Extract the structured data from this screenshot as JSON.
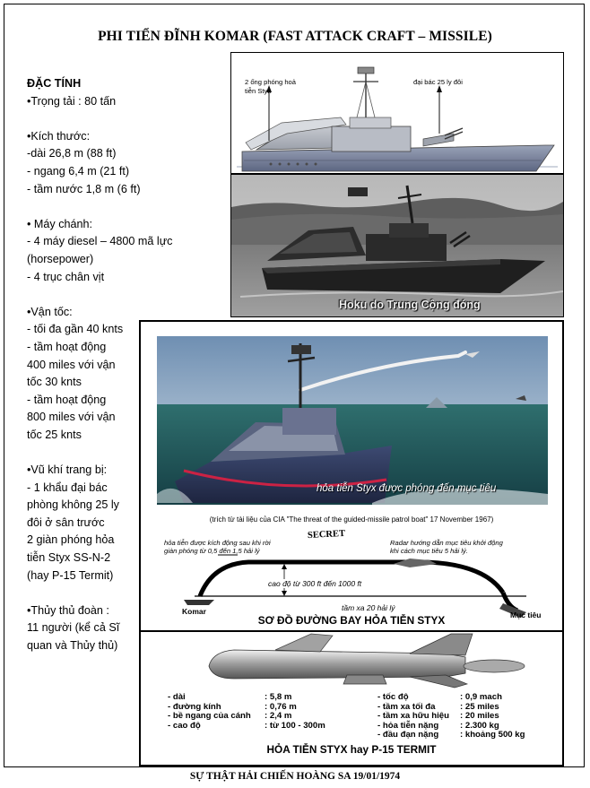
{
  "header": {
    "title": "PHI TIỂN ĐĨNH KOMAR (FAST ATTACK CRAFT – MISSILE)"
  },
  "specs": {
    "heading": "ĐẶC TÍNH",
    "weight": "•Trọng tải : 80 tấn",
    "dims_label": "•Kích thước:",
    "dims_length": "-dài 26,8 m (88 ft)",
    "dims_width": "- ngang 6,4 m (21 ft)",
    "dims_draft": "- tầm nước 1,8 m (6 ft)",
    "engine_label": "• Máy chánh:",
    "engine_line1": "- 4 máy diesel – 4800 mã lực",
    "engine_line2": "(horsepower)",
    "engine_line3": " - 4 trục chân vịt",
    "speed_label": "•Vận tốc:",
    "speed_line1": "- tối đa gần 40 knts",
    "speed_line2": "- tầm hoạt động",
    "speed_line3": "400 miles với vận",
    "speed_line4": "tốc 30 knts",
    "speed_line5": " - tầm hoạt động",
    "speed_line6": "800 miles với vận",
    "speed_line7": "tốc 25 knts",
    "arms_label": "•Vũ khí trang bị:",
    "arms_line1": "- 1 khẩu đại bác",
    "arms_line2": "phòng không 25 ly",
    "arms_line3": "đôi ở sân trước",
    "arms_line4": "2 giàn phóng hỏa",
    "arms_line5": "tiễn Styx SS-N-2",
    "arms_line6": "(hay P-15 Termit)",
    "crew_label": "•Thủy thủ đoàn :",
    "crew_line1": "11 người (kể cả Sĩ",
    "crew_line2": "quan và Thủy thủ)"
  },
  "diagram": {
    "label_launcher_1": "2 ống phóng hoả",
    "label_launcher_2": "tiễn Styx",
    "label_gun": "đại bác 25 ly đôi"
  },
  "photo": {
    "caption": "Hoku do Trung Cộng đóng"
  },
  "painting": {
    "caption": "hỏa tiễn Styx được phóng đến mục tiêu"
  },
  "flight": {
    "source_note": "(trích từ tài liệu của CIA \"The threat of the guided-missile patrol boat\" 17 November 1967)",
    "secret_stamp": "SECRET",
    "launch_note_1": "hỏa tiễn được kích động sau khi rời",
    "launch_note_2": "giàn phóng từ 0,5 đến 1,5 hải lý",
    "radar_note_1": "Radar hướng dẫn mục tiêu khởi động",
    "radar_note_2": "khi cách mục tiêu 5 hải lý.",
    "altitude_note": "cao độ từ  300 ft  đến 1000 ft",
    "range_note": "tầm xa 20 hải lý",
    "boat_label": "Komar",
    "target_label": "Mục tiêu",
    "diagram_title": "SƠ ĐỒ ĐƯỜNG BAY HỎA TIỄN STYX"
  },
  "missile_specs": {
    "left_rows": [
      {
        "name": "- dài",
        "value": ": 5,8 m"
      },
      {
        "name": "- đường kính",
        "value": ": 0,76 m"
      },
      {
        "name": "- bề ngang của cánh",
        "value": ": 2,4 m"
      },
      {
        "name": "- cao độ",
        "value": ": từ 100 - 300m"
      }
    ],
    "right_rows": [
      {
        "name": "- tốc độ",
        "value": ": 0,9 mach"
      },
      {
        "name": "- tầm xa tối đa",
        "value": ": 25 miles"
      },
      {
        "name": "- tầm xa hữu hiệu",
        "value": ": 20 miles"
      },
      {
        "name": "- hỏa tiễn nặng",
        "value": ": 2.300 kg"
      },
      {
        "name": "- đầu đạn nặng",
        "value": ": khoảng 500 kg"
      }
    ],
    "title": "HỎA TIỄN STYX hay P-15 TERMIT"
  },
  "footer": {
    "text": "SỰ THẬT HẢI CHIẾN HOÀNG SA 19/01/1974"
  }
}
